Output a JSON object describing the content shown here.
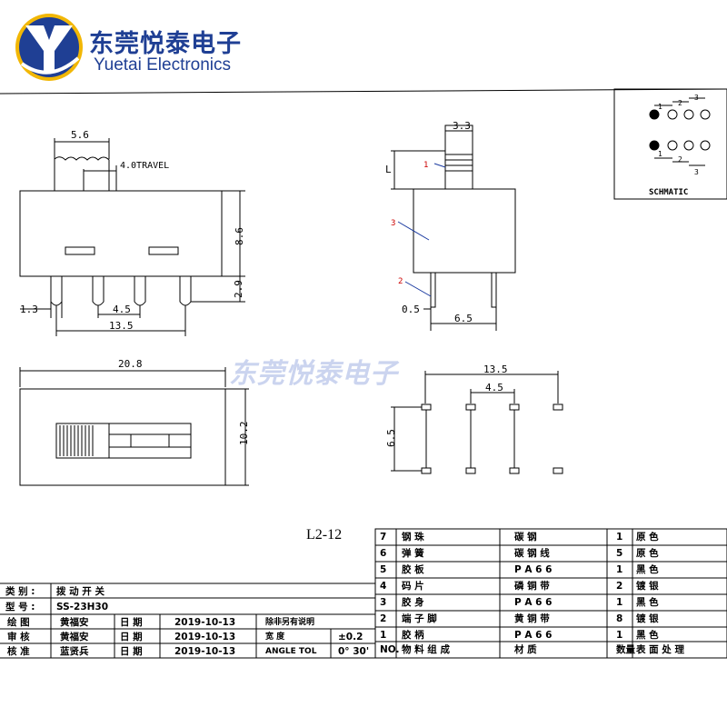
{
  "header": {
    "brand_cn": "东莞悦泰电子",
    "brand_en": "Yuetai Electronics",
    "logo_color": "#1f3f94",
    "logo_accent": "#f2b705"
  },
  "front_view": {
    "dim_top": "5.6",
    "dim_travel": "4.0TRAVEL",
    "dim_height": "8.6",
    "dim_pin": "2.9",
    "dim_pin_w": "1.3",
    "dim_pitch": "4.5",
    "dim_span": "13.5"
  },
  "side_view": {
    "dim_knob": "3.3",
    "dim_l": "L",
    "callout_1": "1",
    "callout_2": "2",
    "callout_3": "3",
    "dim_pin_t": "0.5",
    "dim_depth": "6.5"
  },
  "schematic": {
    "label": "SCHMATIC",
    "n1": "1",
    "n2": "2",
    "n3": "3",
    "b1": "1",
    "b2": "2",
    "b3": "3"
  },
  "top_view": {
    "dim_width": "20.8",
    "dim_height": "10.2"
  },
  "footprint": {
    "dim_span": "13.5",
    "dim_pitch": "4.5",
    "dim_depth": "6.5"
  },
  "watermark": "东莞悦泰电子",
  "model": "L2-12",
  "bom": {
    "rows": [
      {
        "no": "7",
        "name": "钢 珠",
        "material": "碳 钢",
        "qty": "1",
        "finish": "原 色"
      },
      {
        "no": "6",
        "name": "弹 簧",
        "material": "碳 钢 线",
        "qty": "5",
        "finish": "原 色"
      },
      {
        "no": "5",
        "name": "胶 板",
        "material": "P A 6 6",
        "qty": "1",
        "finish": "黑 色"
      },
      {
        "no": "4",
        "name": "码 片",
        "material": "磷 铜 带",
        "qty": "2",
        "finish": "镀 银"
      },
      {
        "no": "3",
        "name": "胶 身",
        "material": "P A 6 6",
        "qty": "1",
        "finish": "黑 色"
      },
      {
        "no": "2",
        "name": "端 子 脚",
        "material": "黄 铜 带",
        "qty": "8",
        "finish": "镀 银"
      },
      {
        "no": "1",
        "name": "胶 柄",
        "material": "P A 6 6",
        "qty": "1",
        "finish": "黑 色"
      }
    ],
    "header": {
      "no": "NO.",
      "name": "物 料 组 成",
      "material": "材 质",
      "qty": "数量",
      "finish": "表 面 处 理"
    }
  },
  "title_block": {
    "type_label": "类 别 :",
    "type_value": "拨 动 开 关",
    "model_label": "型 号 :",
    "model_value": "SS-23H30",
    "rows": [
      {
        "role": "绘 图",
        "name": "黄福安",
        "date_label": "日 期",
        "date": "2019-10-13",
        "note": "除非另有说明",
        "tol": ""
      },
      {
        "role": "审 核",
        "name": "黄福安",
        "date_label": "日 期",
        "date": "2019-10-13",
        "note": "宽 度",
        "tol": "±0.2"
      },
      {
        "role": "核 准",
        "name": "蓝贤兵",
        "date_label": "日 期",
        "date": "2019-10-13",
        "note": "ANGLE TOL",
        "tol": "0° 30'"
      }
    ]
  }
}
